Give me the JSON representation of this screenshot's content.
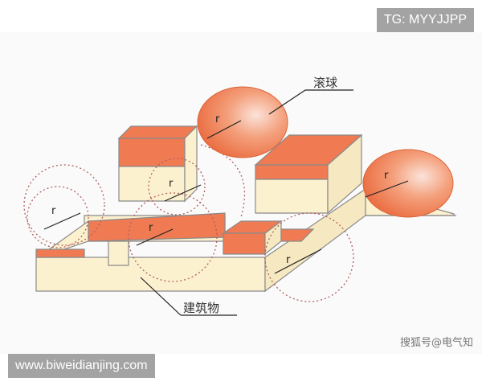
{
  "watermarks": {
    "top_right": "TG: MYYJJPP",
    "bottom_left": "www.biweidianjing.com",
    "sohu": "搜狐号@电气知"
  },
  "diagram": {
    "labels": {
      "ball": "滚球",
      "building": "建筑物",
      "radius": "r"
    },
    "colors": {
      "top_face": "#f07a52",
      "side_face": "#fcf1cf",
      "ball": "#f28a5e",
      "outline": "#9a9a9a",
      "arc": "#b06060"
    }
  }
}
